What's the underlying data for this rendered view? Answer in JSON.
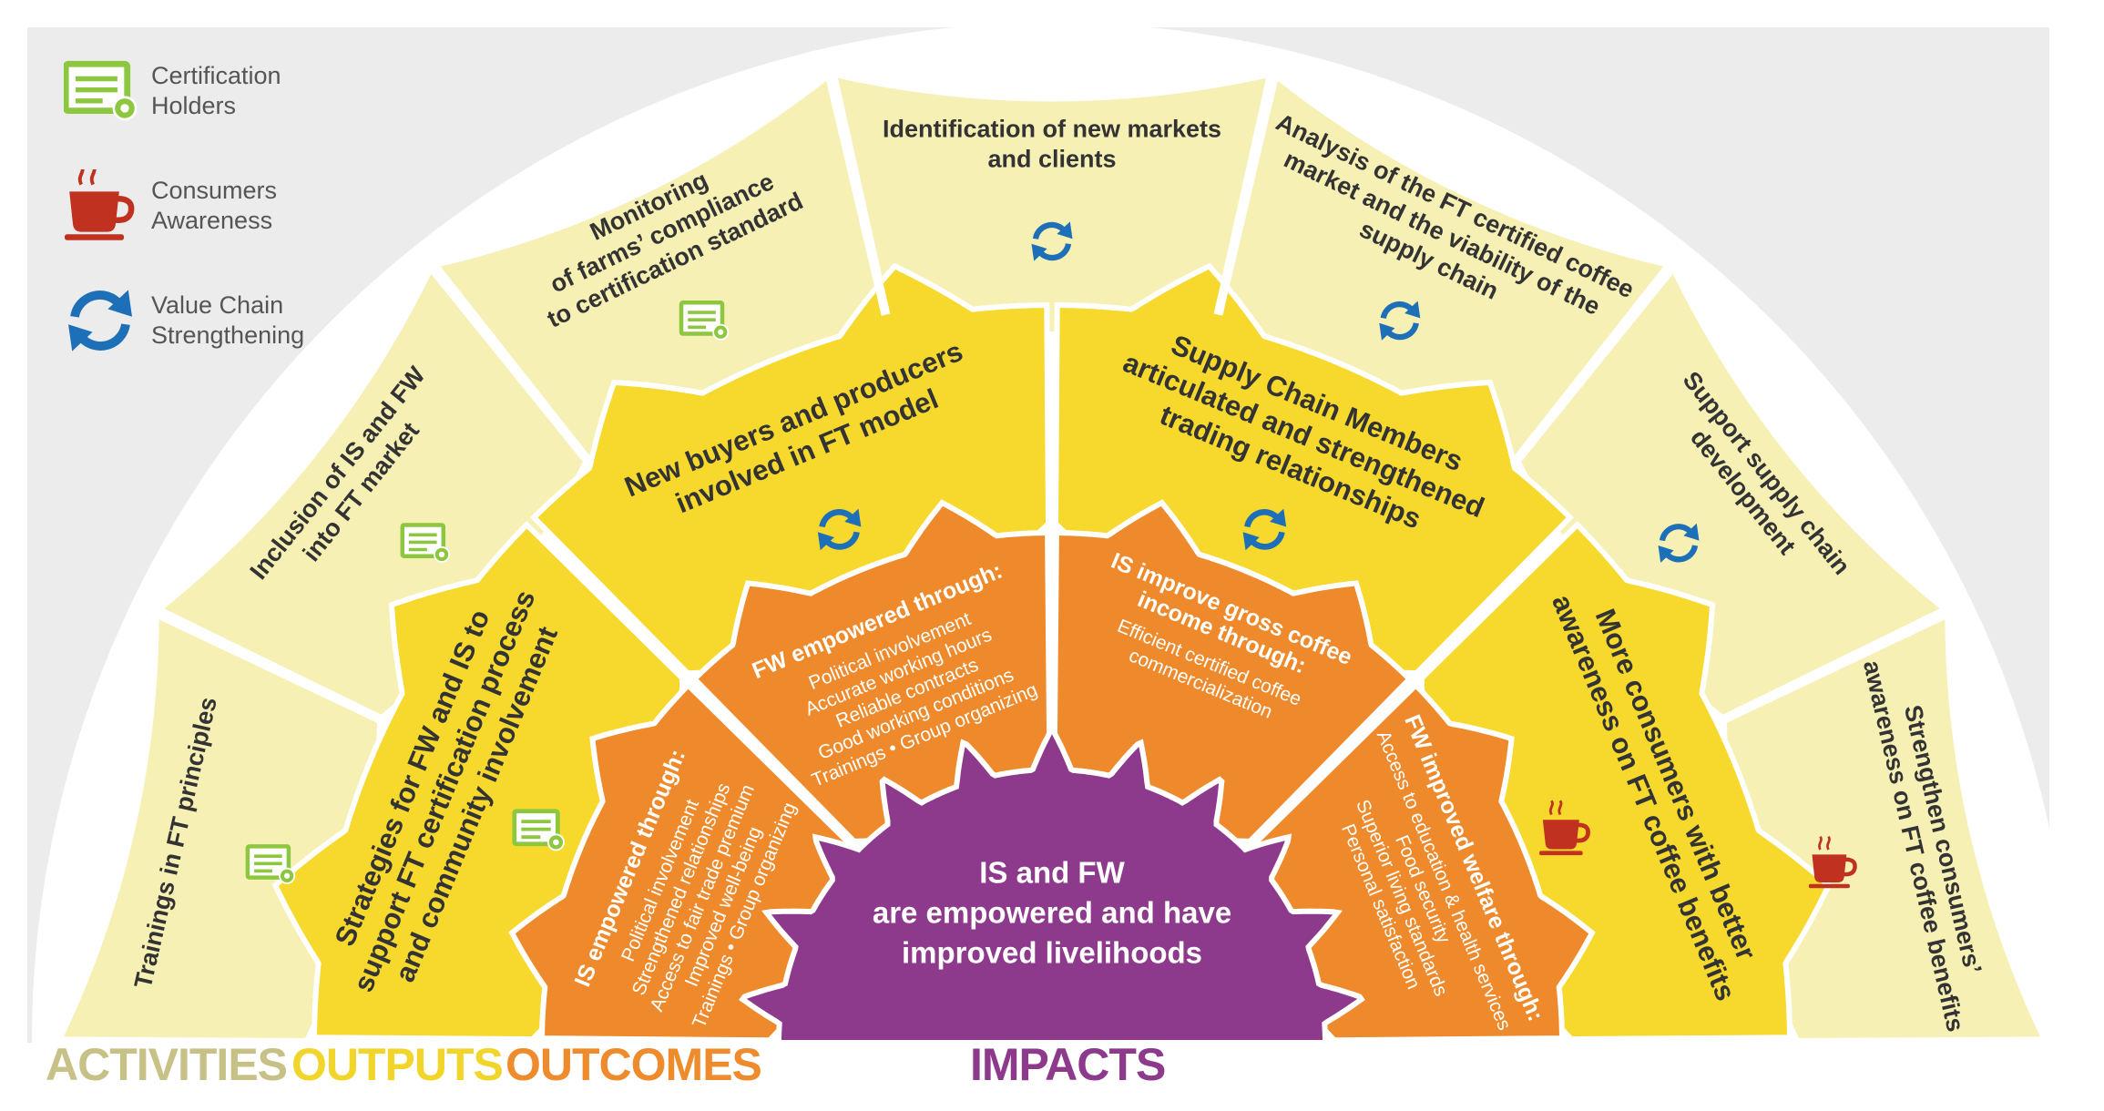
{
  "legend": [
    {
      "icon": "certificate-icon",
      "label": "Certification\nHolders"
    },
    {
      "icon": "coffee-cup-icon",
      "label": "Consumers\nAwareness"
    },
    {
      "icon": "cycle-arrows-icon",
      "label": "Value Chain\nStrengthening"
    }
  ],
  "stages": {
    "activities": {
      "label": "ACTIVITIES",
      "color": "#c8c187"
    },
    "outputs": {
      "label": "OUTPUTS",
      "color": "#f2d52a"
    },
    "outcomes": {
      "label": "OUTCOMES",
      "color": "#ee8b2d"
    },
    "impacts": {
      "label": "IMPACTS",
      "color": "#8e3a8c"
    }
  },
  "colors": {
    "activity_fill": "#f7f0b5",
    "output_fill": "#f6d92c",
    "outcome_fill": "#ee8a2b",
    "impact_fill": "#8e3a8c",
    "background_gray": "#ececec",
    "cert_green": "#8dc63f",
    "cup_red": "#c0311f",
    "cycle_blue": "#1d6fb8",
    "dark_text": "#333333"
  },
  "activities": [
    {
      "lines": [
        "Trainings in FT principles"
      ],
      "icon": "certificate-icon"
    },
    {
      "lines": [
        "Inclusion of IS and FW",
        "into FT market"
      ],
      "icon": "certificate-icon"
    },
    {
      "lines": [
        "Monitoring",
        "of farms’ compliance",
        "to certification standard"
      ],
      "icon": "certificate-icon"
    },
    {
      "lines": [
        "Identification of new markets",
        "and clients"
      ],
      "icon": "cycle-arrows-icon"
    },
    {
      "lines": [
        "Analysis of the FT certified coffee",
        "market and the viability of the",
        "supply chain"
      ],
      "icon": "cycle-arrows-icon"
    },
    {
      "lines": [
        "Support supply chain",
        "development"
      ],
      "icon": "cycle-arrows-icon"
    },
    {
      "lines": [
        "Strengthen consumers’",
        "awareness on FT coffee benefits"
      ],
      "icon": "coffee-cup-icon"
    }
  ],
  "outputs": [
    {
      "lines": [
        "Strategies for FW and IS to",
        "support FT certification process",
        "and community involvement"
      ],
      "icon": "certificate-icon"
    },
    {
      "lines": [
        "New buyers and  producers",
        "involved in FT model"
      ],
      "icon": "cycle-arrows-icon"
    },
    {
      "lines": [
        "Supply Chain Members",
        "articulated and strengthened",
        "trading relationships"
      ],
      "icon": "cycle-arrows-icon"
    },
    {
      "lines": [
        "More consumers with better",
        "awareness on FT coffee benefits"
      ],
      "icon": "coffee-cup-icon"
    }
  ],
  "outcomes": [
    {
      "title": "IS empowered through:",
      "items": [
        "Political involvement",
        "Strengthened relationships",
        "Access to fair trade premium",
        "Improved well-being",
        "Trainings • Group organizing"
      ]
    },
    {
      "title": "FW empowered through:",
      "items": [
        "Political involvement",
        "Accurate working hours",
        "Reliable contracts",
        "Good working conditions",
        "Trainings • Group organizing"
      ]
    },
    {
      "title": "IS improve gross coffee income through:",
      "title_lines": [
        "IS improve gross coffee",
        "income through:"
      ],
      "items": [
        "Efficient certified coffee",
        "commercialization"
      ]
    },
    {
      "title": "FW improved welfare through:",
      "items": [
        "Access to education & health services",
        "Food security",
        "Superior living standards",
        "Personal satisfaction"
      ]
    }
  ],
  "impact": {
    "lines": [
      "IS and FW",
      "are empowered and have",
      "improved livelihoods"
    ]
  }
}
